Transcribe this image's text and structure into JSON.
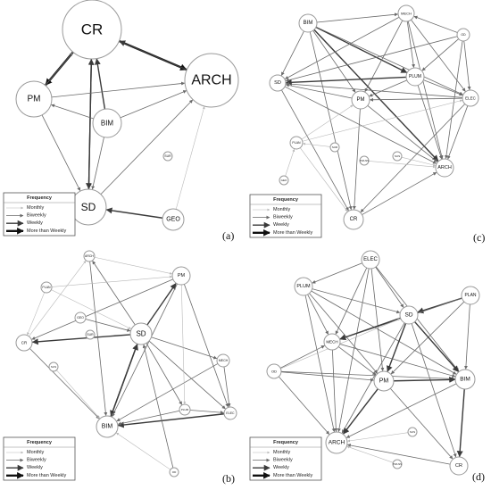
{
  "legend": {
    "title": "Frequency",
    "items": [
      "Monthly",
      "Biweekly",
      "Weekly",
      "More than Weekly"
    ]
  },
  "panels": [
    {
      "label": "(a)",
      "nodes": [
        {
          "id": "CR",
          "label": "CR"
        },
        {
          "id": "PM",
          "label": "PM"
        },
        {
          "id": "ARCH",
          "label": "ARCH"
        },
        {
          "id": "BIM",
          "label": "BIM"
        },
        {
          "id": "SUR",
          "label": "SUR"
        },
        {
          "id": "SD",
          "label": "SD"
        },
        {
          "id": "GEO",
          "label": "GEO"
        }
      ],
      "edges": [
        {
          "from": "CR",
          "to": "PM",
          "level": 3
        },
        {
          "from": "PM",
          "to": "CR",
          "level": 1
        },
        {
          "from": "CR",
          "to": "ARCH",
          "level": 3
        },
        {
          "from": "ARCH",
          "to": "CR",
          "level": 2
        },
        {
          "from": "BIM",
          "to": "CR",
          "level": 2
        },
        {
          "from": "CR",
          "to": "SD",
          "level": 2
        },
        {
          "from": "SD",
          "to": "CR",
          "level": 2
        },
        {
          "from": "BIM",
          "to": "PM",
          "level": 1
        },
        {
          "from": "BIM",
          "to": "ARCH",
          "level": 1
        },
        {
          "from": "PM",
          "to": "ARCH",
          "level": 1
        },
        {
          "from": "BIM",
          "to": "SD",
          "level": 1
        },
        {
          "from": "PM",
          "to": "SD",
          "level": 1
        },
        {
          "from": "SD",
          "to": "ARCH",
          "level": 1
        },
        {
          "from": "GEO",
          "to": "SD",
          "level": 2
        },
        {
          "from": "GEO",
          "to": "ARCH",
          "level": 0
        }
      ]
    },
    {
      "label": "(b)",
      "nodes": [
        {
          "id": "ARCH",
          "label": "ARCH"
        },
        {
          "id": "PM",
          "label": "PM"
        },
        {
          "id": "PLAN",
          "label": "PLAN"
        },
        {
          "id": "GEO",
          "label": "GEO"
        },
        {
          "id": "SD",
          "label": "SD"
        },
        {
          "id": "CR",
          "label": "CR"
        },
        {
          "id": "SUR",
          "label": "SUR"
        },
        {
          "id": "MECH",
          "label": "MECH"
        },
        {
          "id": "SUS",
          "label": "SUS"
        },
        {
          "id": "PLUM",
          "label": "PLUM"
        },
        {
          "id": "ELEC",
          "label": "ELEC"
        },
        {
          "id": "BIM",
          "label": "BIM"
        },
        {
          "id": "OD",
          "label": "OD"
        }
      ],
      "edges": [
        {
          "from": "SD",
          "to": "ARCH",
          "level": 1
        },
        {
          "from": "SD",
          "to": "PM",
          "level": 2
        },
        {
          "from": "SD",
          "to": "CR",
          "level": 2
        },
        {
          "from": "SD",
          "to": "BIM",
          "level": 2
        },
        {
          "from": "BIM",
          "to": "SD",
          "level": 2
        },
        {
          "from": "SD",
          "to": "MECH",
          "level": 1
        },
        {
          "from": "SD",
          "to": "ELEC",
          "level": 1
        },
        {
          "from": "SD",
          "to": "PLUM",
          "level": 1
        },
        {
          "from": "PM",
          "to": "BIM",
          "level": 1
        },
        {
          "from": "PM",
          "to": "ELEC",
          "level": 1
        },
        {
          "from": "PM",
          "to": "CR",
          "level": 1
        },
        {
          "from": "ARCH",
          "to": "PM",
          "level": 0
        },
        {
          "from": "ARCH",
          "to": "BIM",
          "level": 1
        },
        {
          "from": "PLAN",
          "to": "SD",
          "level": 0
        },
        {
          "from": "GEO",
          "to": "SD",
          "level": 1
        },
        {
          "from": "CR",
          "to": "BIM",
          "level": 1
        },
        {
          "from": "MECH",
          "to": "BIM",
          "level": 1
        },
        {
          "from": "ELEC",
          "to": "BIM",
          "level": 2
        },
        {
          "from": "PLUM",
          "to": "BIM",
          "level": 1
        },
        {
          "from": "MECH",
          "to": "ELEC",
          "level": 1
        },
        {
          "from": "PLUM",
          "to": "ELEC",
          "level": 1
        },
        {
          "from": "OD",
          "to": "SD",
          "level": 1
        },
        {
          "from": "OD",
          "to": "BIM",
          "level": 0
        },
        {
          "from": "SUS",
          "to": "BIM",
          "level": 0
        },
        {
          "from": "PLAN",
          "to": "CR",
          "level": 0
        },
        {
          "from": "PLAN",
          "to": "PM",
          "level": 0
        },
        {
          "from": "CR",
          "to": "ARCH",
          "level": 0
        },
        {
          "from": "PM",
          "to": "PLUM",
          "level": 0
        }
      ]
    },
    {
      "label": "(c)",
      "nodes": [
        {
          "id": "BIM",
          "label": "BIM"
        },
        {
          "id": "MECH",
          "label": "MECH"
        },
        {
          "id": "OD",
          "label": "OD"
        },
        {
          "id": "SD",
          "label": "SD"
        },
        {
          "id": "PLUM",
          "label": "PLUM"
        },
        {
          "id": "PM",
          "label": "PM"
        },
        {
          "id": "ELEC",
          "label": "ELEC"
        },
        {
          "id": "PLAN",
          "label": "PLAN"
        },
        {
          "id": "SUR",
          "label": "SUR"
        },
        {
          "id": "TRANS",
          "label": "TRA NS"
        },
        {
          "id": "SUS",
          "label": "SUS"
        },
        {
          "id": "GEO",
          "label": "GEO"
        },
        {
          "id": "ARCH",
          "label": "ARCH"
        },
        {
          "id": "CR",
          "label": "CR"
        }
      ],
      "edges": [
        {
          "from": "BIM",
          "to": "MECH",
          "level": 1
        },
        {
          "from": "BIM",
          "to": "PLUM",
          "level": 2
        },
        {
          "from": "BIM",
          "to": "ELEC",
          "level": 1
        },
        {
          "from": "BIM",
          "to": "SD",
          "level": 1
        },
        {
          "from": "BIM",
          "to": "PM",
          "level": 1
        },
        {
          "from": "BIM",
          "to": "ARCH",
          "level": 2
        },
        {
          "from": "BIM",
          "to": "CR",
          "level": 1
        },
        {
          "from": "MECH",
          "to": "PLUM",
          "level": 1
        },
        {
          "from": "MECH",
          "to": "ELEC",
          "level": 1
        },
        {
          "from": "MECH",
          "to": "ARCH",
          "level": 1
        },
        {
          "from": "MECH",
          "to": "SD",
          "level": 1
        },
        {
          "from": "MECH",
          "to": "PM",
          "level": 1
        },
        {
          "from": "OD",
          "to": "PLUM",
          "level": 1
        },
        {
          "from": "OD",
          "to": "ELEC",
          "level": 1
        },
        {
          "from": "OD",
          "to": "SD",
          "level": 1
        },
        {
          "from": "OD",
          "to": "ARCH",
          "level": 1
        },
        {
          "from": "PLUM",
          "to": "SD",
          "level": 2
        },
        {
          "from": "PLUM",
          "to": "ELEC",
          "level": 1
        },
        {
          "from": "PLUM",
          "to": "ARCH",
          "level": 1
        },
        {
          "from": "PLUM",
          "to": "PM",
          "level": 1
        },
        {
          "from": "ELEC",
          "to": "SD",
          "level": 1
        },
        {
          "from": "ELEC",
          "to": "PM",
          "level": 1
        },
        {
          "from": "ELEC",
          "to": "ARCH",
          "level": 1
        },
        {
          "from": "ELEC",
          "to": "CR",
          "level": 1
        },
        {
          "from": "PM",
          "to": "SD",
          "level": 1
        },
        {
          "from": "PM",
          "to": "CR",
          "level": 1
        },
        {
          "from": "PM",
          "to": "ARCH",
          "level": 1
        },
        {
          "from": "SD",
          "to": "ARCH",
          "level": 1
        },
        {
          "from": "SD",
          "to": "CR",
          "level": 1
        },
        {
          "from": "PLAN",
          "to": "PM",
          "level": 0
        },
        {
          "from": "PLAN",
          "to": "CR",
          "level": 0
        },
        {
          "from": "GEO",
          "to": "PLAN",
          "level": 0
        },
        {
          "from": "SUR",
          "to": "PLAN",
          "level": 0
        },
        {
          "from": "TRANS",
          "to": "ARCH",
          "level": 0
        },
        {
          "from": "SUS",
          "to": "ARCH",
          "level": 0
        },
        {
          "from": "CR",
          "to": "ARCH",
          "level": 1
        },
        {
          "from": "OD",
          "to": "MECH",
          "level": 1
        },
        {
          "from": "PLAN",
          "to": "ELEC",
          "level": 0
        }
      ]
    },
    {
      "label": "(d)",
      "nodes": [
        {
          "id": "ELEC",
          "label": "ELEC"
        },
        {
          "id": "PLUM",
          "label": "PLUM"
        },
        {
          "id": "PLAN",
          "label": "PLAN"
        },
        {
          "id": "SD",
          "label": "SD"
        },
        {
          "id": "MECH",
          "label": "MECH"
        },
        {
          "id": "OD",
          "label": "OD"
        },
        {
          "id": "PM",
          "label": "PM"
        },
        {
          "id": "BIM",
          "label": "BIM"
        },
        {
          "id": "SUS",
          "label": "SUS"
        },
        {
          "id": "ARCH",
          "label": "ARCH"
        },
        {
          "id": "TRANS",
          "label": "TRA NS"
        },
        {
          "id": "CR",
          "label": "CR"
        }
      ],
      "edges": [
        {
          "from": "ELEC",
          "to": "PLUM",
          "level": 1
        },
        {
          "from": "ELEC",
          "to": "SD",
          "level": 1
        },
        {
          "from": "ELEC",
          "to": "MECH",
          "level": 1
        },
        {
          "from": "ELEC",
          "to": "PM",
          "level": 1
        },
        {
          "from": "ELEC",
          "to": "BIM",
          "level": 1
        },
        {
          "from": "ELEC",
          "to": "ARCH",
          "level": 1
        },
        {
          "from": "PLUM",
          "to": "SD",
          "level": 1
        },
        {
          "from": "PLUM",
          "to": "MECH",
          "level": 1
        },
        {
          "from": "PLUM",
          "to": "PM",
          "level": 1
        },
        {
          "from": "PLUM",
          "to": "BIM",
          "level": 1
        },
        {
          "from": "PLUM",
          "to": "ARCH",
          "level": 1
        },
        {
          "from": "PLAN",
          "to": "SD",
          "level": 2
        },
        {
          "from": "PLAN",
          "to": "MECH",
          "level": 1
        },
        {
          "from": "PLAN",
          "to": "PM",
          "level": 1
        },
        {
          "from": "PLAN",
          "to": "BIM",
          "level": 1
        },
        {
          "from": "SD",
          "to": "MECH",
          "level": 2
        },
        {
          "from": "SD",
          "to": "PM",
          "level": 2
        },
        {
          "from": "SD",
          "to": "BIM",
          "level": 2
        },
        {
          "from": "SD",
          "to": "ARCH",
          "level": 1
        },
        {
          "from": "SD",
          "to": "CR",
          "level": 1
        },
        {
          "from": "MECH",
          "to": "PM",
          "level": 1
        },
        {
          "from": "MECH",
          "to": "BIM",
          "level": 1
        },
        {
          "from": "MECH",
          "to": "ARCH",
          "level": 1
        },
        {
          "from": "OD",
          "to": "MECH",
          "level": 1
        },
        {
          "from": "OD",
          "to": "PM",
          "level": 1
        },
        {
          "from": "OD",
          "to": "BIM",
          "level": 1
        },
        {
          "from": "OD",
          "to": "ARCH",
          "level": 1
        },
        {
          "from": "PM",
          "to": "BIM",
          "level": 2
        },
        {
          "from": "PM",
          "to": "ARCH",
          "level": 2
        },
        {
          "from": "PM",
          "to": "CR",
          "level": 1
        },
        {
          "from": "BIM",
          "to": "CR",
          "level": 2
        },
        {
          "from": "BIM",
          "to": "ARCH",
          "level": 1
        },
        {
          "from": "CR",
          "to": "ARCH",
          "level": 1
        },
        {
          "from": "SUS",
          "to": "ARCH",
          "level": 0
        },
        {
          "from": "TRANS",
          "to": "ARCH",
          "level": 0
        },
        {
          "from": "OD",
          "to": "SD",
          "level": 0
        }
      ]
    }
  ]
}
